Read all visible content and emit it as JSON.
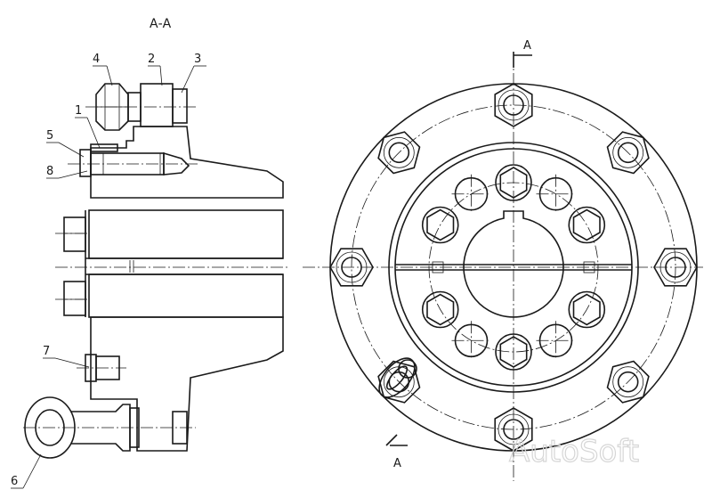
{
  "section_title": "А-А",
  "left_view": {
    "callouts": [
      {
        "id": "c1",
        "label": "1"
      },
      {
        "id": "c2",
        "label": "2"
      },
      {
        "id": "c3",
        "label": "3"
      },
      {
        "id": "c4",
        "label": "4"
      },
      {
        "id": "c5",
        "label": "5"
      },
      {
        "id": "c6",
        "label": "6"
      },
      {
        "id": "c7",
        "label": "7"
      },
      {
        "id": "c8",
        "label": "8"
      }
    ]
  },
  "right_view": {
    "section_mark_top": "А",
    "section_mark_bottom": "А"
  },
  "watermark": "AutoSoft"
}
